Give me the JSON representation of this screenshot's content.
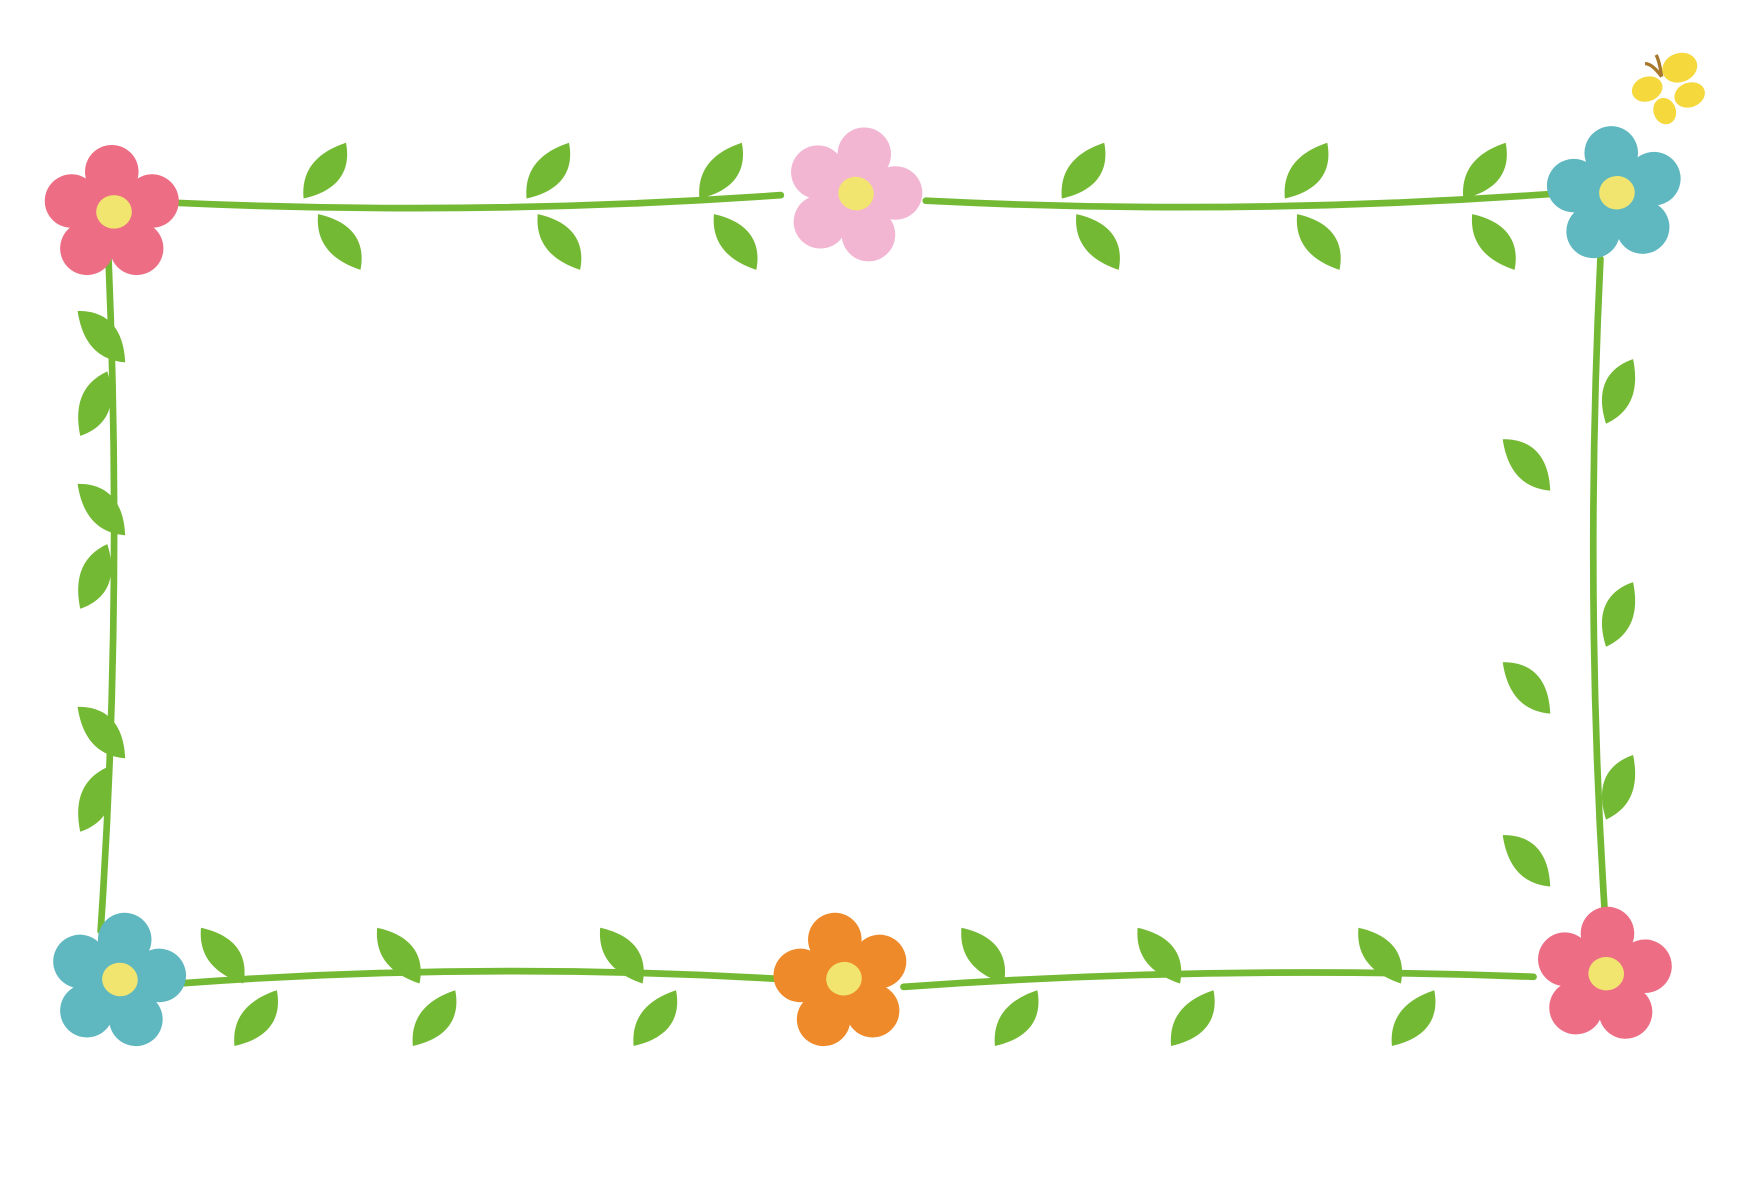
{
  "colors": {
    "background": "#ffffff",
    "vine": "#74b934",
    "leaf": "#74b934",
    "flower_center": "#f1e570",
    "flower_red": "#ec6d84",
    "flower_pink": "#f2b6d3",
    "flower_blue": "#5fb7c0",
    "flower_orange": "#ef8a2a",
    "butterfly": "#f4d83c",
    "antenna": "#a7772c"
  },
  "flowers": [
    {
      "name": "flower-top-left",
      "color": "flower_red"
    },
    {
      "name": "flower-top-center",
      "color": "flower_pink"
    },
    {
      "name": "flower-top-right",
      "color": "flower_blue"
    },
    {
      "name": "flower-bottom-left",
      "color": "flower_blue"
    },
    {
      "name": "flower-bottom-center",
      "color": "flower_orange"
    },
    {
      "name": "flower-bottom-right",
      "color": "flower_red"
    }
  ]
}
